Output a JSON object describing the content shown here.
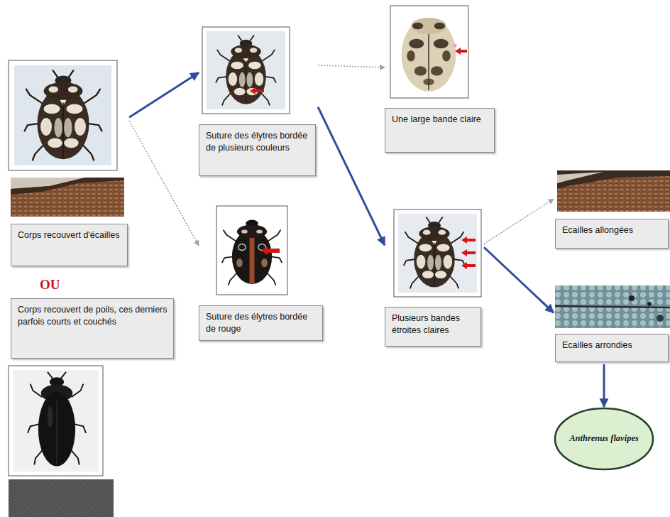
{
  "diagram": {
    "nodes": [
      {
        "text": [
          "Corps recouvert d'écailles"
        ]
      },
      {
        "text": [
          "Corps recouvert de poils, ces derniers parfois courts et couchés"
        ]
      },
      {
        "text": [
          "Suture des élytres bordée de plusieurs couleurs"
        ]
      },
      {
        "text": [
          "Suture des élytres bordée de rouge"
        ]
      },
      {
        "text": [
          "Une large bande claire"
        ]
      },
      {
        "text": [
          "Plusieurs bandes étroites claires"
        ]
      },
      {
        "text": [
          "Ecailles allongées"
        ]
      },
      {
        "text": [
          "Ecailles arrondies"
        ]
      },
      {
        "text": [
          "Anthrenus flavipes"
        ]
      }
    ],
    "edges": [
      {
        "from": 0,
        "to": 2,
        "arrow": "to"
      },
      {
        "from": 0,
        "to": 3,
        "arrow": "to"
      },
      {
        "from": 2,
        "to": 4,
        "arrow": "to"
      },
      {
        "from": 2,
        "to": 5,
        "arrow": "to"
      },
      {
        "from": 5,
        "to": 6,
        "arrow": "to"
      },
      {
        "from": 5,
        "to": 7,
        "arrow": "to"
      },
      {
        "from": 7,
        "to": 8,
        "arrow": "to"
      }
    ],
    "labels": [
      "OU"
    ]
  }
}
